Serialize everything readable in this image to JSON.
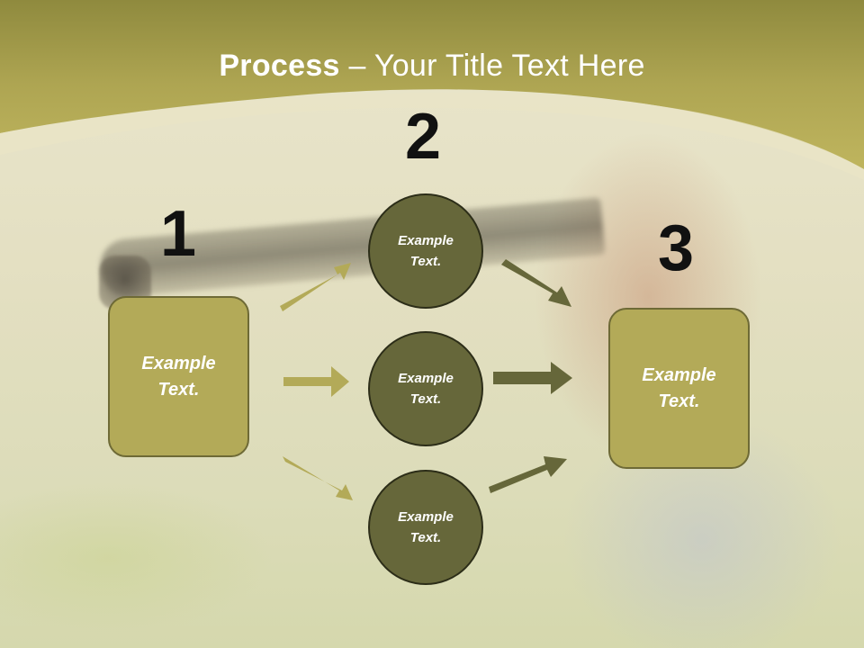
{
  "slide": {
    "title_bold": "Process",
    "title_rest": " – Your Title Text Here",
    "numbers": [
      "1",
      "2",
      "3"
    ],
    "left_box": "Example\nText.",
    "right_box": "Example\nText.",
    "circles": [
      "Example\nText.",
      "Example\nText.",
      "Example\nText."
    ]
  },
  "colors": {
    "header": "#b4ab55",
    "box_fill": "#b3aa58",
    "circle_fill": "#66673a",
    "arrow_light": "#b3aa58",
    "arrow_dark": "#66673a"
  }
}
